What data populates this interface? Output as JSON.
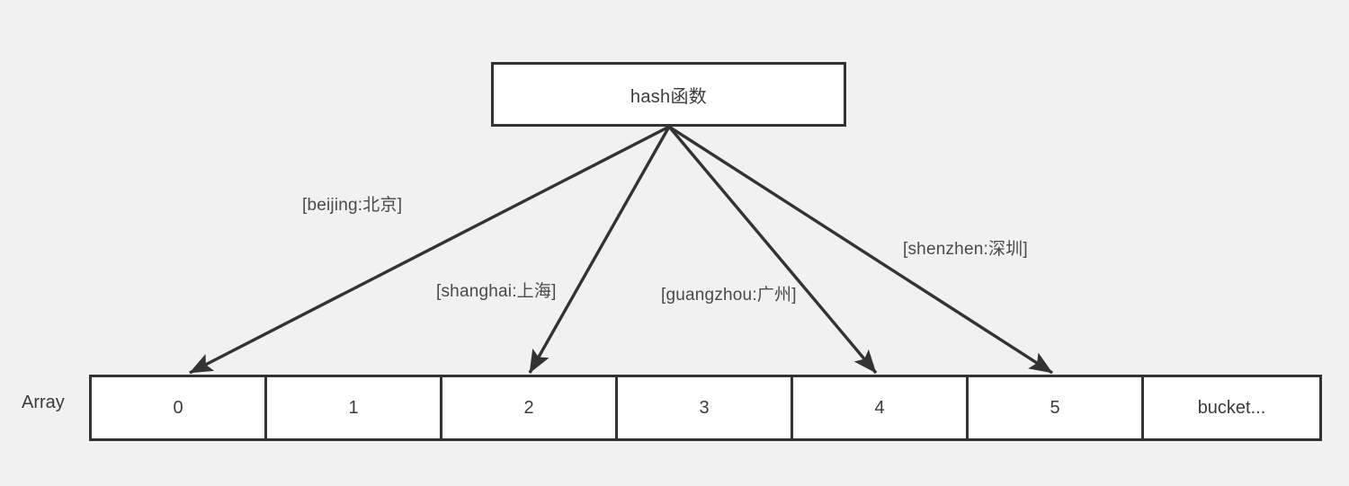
{
  "background_color": "#f1f1f1",
  "stroke_color": "#333333",
  "text_color": "#3b3b3b",
  "diagram": {
    "hash_function": {
      "label": "hash函数"
    },
    "array": {
      "row_label": "Array",
      "buckets": [
        {
          "label": "0"
        },
        {
          "label": "1"
        },
        {
          "label": "2"
        },
        {
          "label": "3"
        },
        {
          "label": "4"
        },
        {
          "label": "5"
        },
        {
          "label": "bucket..."
        }
      ]
    },
    "mappings": [
      {
        "label": "[beijing:北京]",
        "target_bucket": "0"
      },
      {
        "label": "[shanghai:上海]",
        "target_bucket": "2"
      },
      {
        "label": "[guangzhou:广州]",
        "target_bucket": "4"
      },
      {
        "label": "[shenzhen:深圳]",
        "target_bucket": "5"
      }
    ]
  }
}
